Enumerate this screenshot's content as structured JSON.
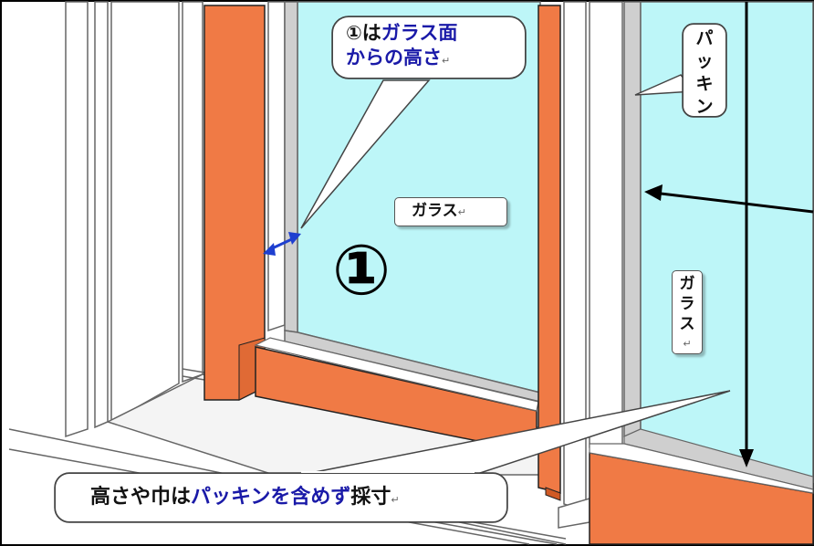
{
  "callout_height": {
    "circle": "①",
    "pre": "は",
    "blue": "ガラス面",
    "line2": "からの高さ",
    "ret": "↵"
  },
  "label_packing": {
    "chars": [
      "パ",
      "ッ",
      "キ",
      "ン"
    ]
  },
  "label_glass_horizontal": {
    "text": "ガラス",
    "ret": "↵"
  },
  "label_glass_vertical": {
    "chars": [
      "ガ",
      "ラ",
      "ス"
    ],
    "ret": "↵"
  },
  "marker_one": "①",
  "callout_bottom": {
    "pre": "高さや巾は",
    "blue": "パッキンを含めず",
    "post": "採寸",
    "ret": "↵"
  },
  "colors": {
    "frame_orange": "#f07a45",
    "glass": "#bdf6f8",
    "arrow_blue": "#1e3fd0",
    "text_blue": "#1a1aa8"
  }
}
